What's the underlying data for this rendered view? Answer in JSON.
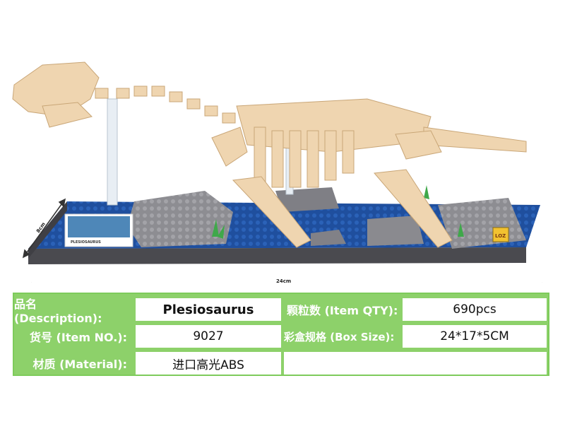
{
  "product": {
    "name": "Plesiosaurus",
    "box_label": "PLESIOSAURUS",
    "sign_text": "LOZ"
  },
  "dimensions": {
    "width_label": "24cm",
    "depth_label": "8cm"
  },
  "specs": {
    "description_label": "品名 (Description):",
    "description_value": "Plesiosaurus",
    "item_no_label": "货号 (Item NO.):",
    "item_no_value": "9027",
    "material_label": "材质 (Material):",
    "material_value": "进口高光ABS",
    "qty_label": "颗粒数 (Item QTY):",
    "qty_value": "690pcs",
    "box_size_label": "彩盒规格 (Box Size):",
    "box_size_value": "24*17*5CM"
  },
  "colors": {
    "table_green": "#8dd16a",
    "bone": "#efd5b0",
    "water": "#1f4f9e",
    "rock": "#8b8b8f"
  }
}
